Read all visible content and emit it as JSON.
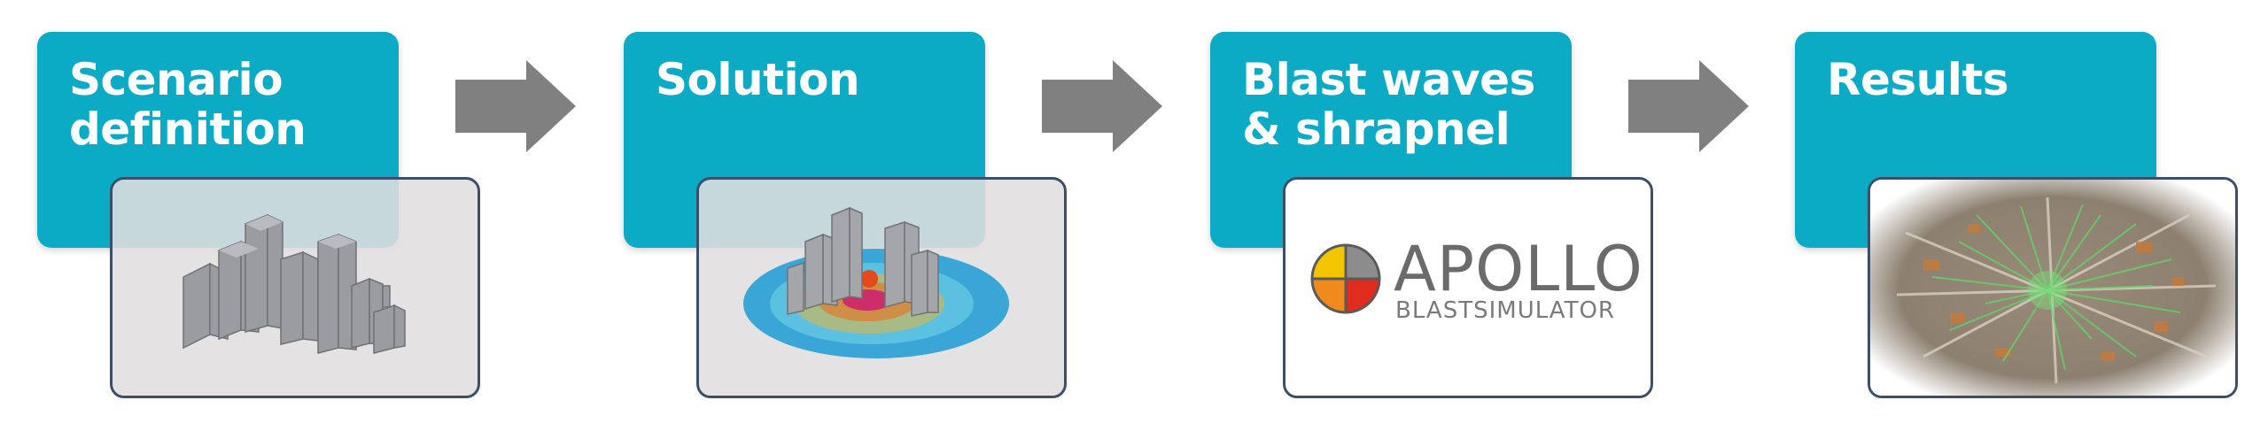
{
  "steps": [
    {
      "title_lines": [
        "Scenario",
        "definition"
      ],
      "image": "city-buildings-model"
    },
    {
      "title_lines": [
        "Solution"
      ],
      "image": "blast-pressure-field-on-city"
    },
    {
      "title_lines": [
        "Blast waves",
        "& shrapnel"
      ],
      "image": "apollo-blastsimulator-logo",
      "logo": {
        "word": "APOLLO",
        "sub": "BLASTSIMULATOR"
      }
    },
    {
      "title_lines": [
        "Results"
      ],
      "image": "aerial-city-damage-map"
    }
  ],
  "connector": "right-arrow-icon",
  "colors": {
    "card": "#0babc6",
    "arrow": "#808080",
    "thumb_border": "#3b5068",
    "logo_yellow": "#f2c500",
    "logo_orange": "#f08a1c",
    "logo_red": "#e02b1e",
    "logo_gray": "#8c8c8c"
  }
}
